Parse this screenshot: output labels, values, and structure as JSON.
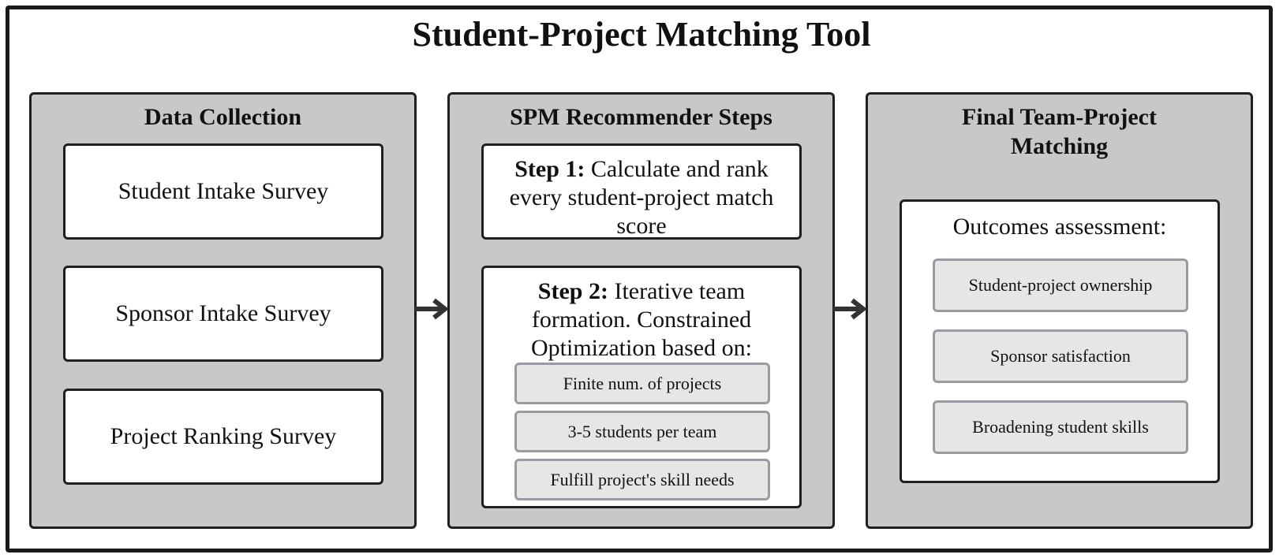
{
  "title": "Student-Project Matching Tool",
  "panels": {
    "data_collection": {
      "title": "Data Collection",
      "items": [
        "Student Intake Survey",
        "Sponsor Intake Survey",
        "Project Ranking Survey"
      ]
    },
    "recommender": {
      "title": "SPM Recommender Steps",
      "step1": {
        "label": "Step 1:",
        "text": "Calculate and rank every student-project match score"
      },
      "step2": {
        "label": "Step 2:",
        "text": "Iterative team formation. Constrained Optimization based on:"
      },
      "constraints": [
        "Finite num. of projects",
        "3-5 students per team",
        "Fulfill project's skill needs"
      ]
    },
    "final": {
      "title": "Final Team-Project Matching",
      "outcomes_title": "Outcomes assessment:",
      "outcomes": [
        "Student-project ownership",
        "Sponsor satisfaction",
        "Broadening student skills"
      ]
    }
  },
  "colors": {
    "panel_bg": "#c8c8c8",
    "border": "#1f1f1f",
    "chip_bg": "#e6e6e6",
    "arrow": "#333333"
  }
}
